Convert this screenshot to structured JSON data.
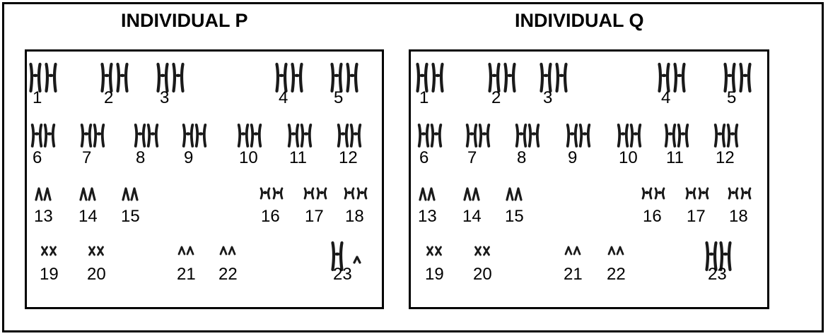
{
  "colors": {
    "chromosome": "#1a1a1a",
    "border": "#000000",
    "background": "#ffffff"
  },
  "panels": [
    {
      "id": "p",
      "title": "INDIVIDUAL P",
      "rows": [
        {
          "chromosomes": [
            {
              "label": "1",
              "shape": "large"
            },
            {
              "label": "2",
              "shape": "large"
            },
            {
              "label": "3",
              "shape": "large"
            },
            {
              "label": "4",
              "shape": "large"
            },
            {
              "label": "5",
              "shape": "large"
            }
          ]
        },
        {
          "chromosomes": [
            {
              "label": "6",
              "shape": "medium"
            },
            {
              "label": "7",
              "shape": "medium"
            },
            {
              "label": "8",
              "shape": "medium"
            },
            {
              "label": "9",
              "shape": "medium"
            },
            {
              "label": "10",
              "shape": "medium"
            },
            {
              "label": "11",
              "shape": "medium"
            },
            {
              "label": "12",
              "shape": "medium"
            }
          ]
        },
        {
          "chromosomes": [
            {
              "label": "13",
              "shape": "acro"
            },
            {
              "label": "14",
              "shape": "acro"
            },
            {
              "label": "15",
              "shape": "acro"
            },
            {
              "label": "16",
              "shape": "small"
            },
            {
              "label": "17",
              "shape": "small"
            },
            {
              "label": "18",
              "shape": "small"
            }
          ]
        },
        {
          "chromosomes": [
            {
              "label": "19",
              "shape": "tiny"
            },
            {
              "label": "20",
              "shape": "tiny"
            },
            {
              "label": "21",
              "shape": "tinyacro"
            },
            {
              "label": "22",
              "shape": "tinyacro"
            },
            {
              "label": "23",
              "shape": "xy"
            }
          ]
        }
      ]
    },
    {
      "id": "q",
      "title": "INDIVIDUAL Q",
      "rows": [
        {
          "chromosomes": [
            {
              "label": "1",
              "shape": "large"
            },
            {
              "label": "2",
              "shape": "large"
            },
            {
              "label": "3",
              "shape": "large"
            },
            {
              "label": "4",
              "shape": "large"
            },
            {
              "label": "5",
              "shape": "large"
            }
          ]
        },
        {
          "chromosomes": [
            {
              "label": "6",
              "shape": "medium"
            },
            {
              "label": "7",
              "shape": "medium"
            },
            {
              "label": "8",
              "shape": "medium"
            },
            {
              "label": "9",
              "shape": "medium"
            },
            {
              "label": "10",
              "shape": "medium"
            },
            {
              "label": "11",
              "shape": "medium"
            },
            {
              "label": "12",
              "shape": "medium"
            }
          ]
        },
        {
          "chromosomes": [
            {
              "label": "13",
              "shape": "acro"
            },
            {
              "label": "14",
              "shape": "acro"
            },
            {
              "label": "15",
              "shape": "acro"
            },
            {
              "label": "16",
              "shape": "small"
            },
            {
              "label": "17",
              "shape": "small"
            },
            {
              "label": "18",
              "shape": "small"
            }
          ]
        },
        {
          "chromosomes": [
            {
              "label": "19",
              "shape": "tiny"
            },
            {
              "label": "20",
              "shape": "tiny"
            },
            {
              "label": "21",
              "shape": "tinyacro"
            },
            {
              "label": "22",
              "shape": "tinyacro"
            },
            {
              "label": "23",
              "shape": "xx"
            }
          ]
        }
      ]
    }
  ]
}
